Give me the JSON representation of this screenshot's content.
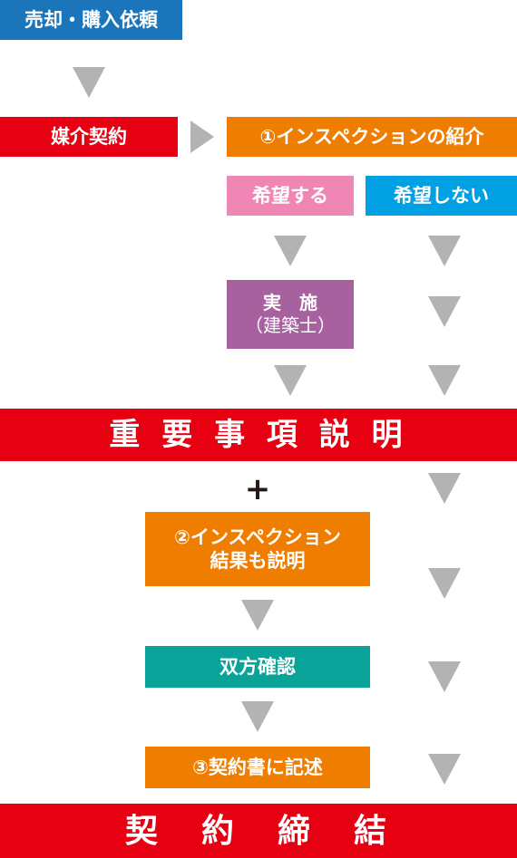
{
  "colors": {
    "blue": "#1a75bb",
    "red": "#e60012",
    "orange": "#ee7d00",
    "pink": "#ef86b4",
    "cyan": "#00a0e3",
    "purple": "#a7619f",
    "teal": "#0aa39a",
    "arrow": "#b3b3b3"
  },
  "steps": {
    "sell_buy": "売却・購入依頼",
    "mediation": "媒介契約",
    "inspection_intro": "①インスペクションの紹介",
    "want": "希望する",
    "not_want": "希望しない",
    "implement_line1": "実　施",
    "implement_line2": "（建築士）",
    "important_explanation": "重 要 事 項 説 明",
    "plus": "+",
    "inspection_result_line1": "②インスペクション",
    "inspection_result_line2": "結果も説明",
    "mutual_confirm": "双方確認",
    "contract_record": "③契約書に記述",
    "contract": "契　約　締　結"
  }
}
